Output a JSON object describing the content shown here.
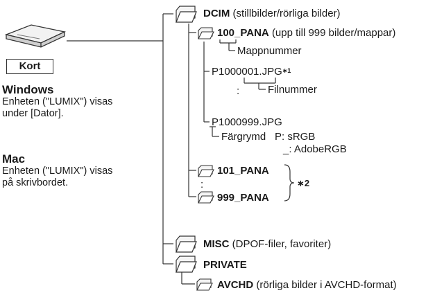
{
  "card": {
    "label": "Kort",
    "icon": "sd-card-reader-icon"
  },
  "windows": {
    "title": "Windows",
    "line1": "Enheten (\"LUMIX\") visas",
    "line2": "under [Dator]."
  },
  "mac": {
    "title": "Mac",
    "line1": "Enheten (\"LUMIX\") visas",
    "line2": "på skrivbordet."
  },
  "tree": {
    "dcim": {
      "name": "DCIM",
      "desc": "(stillbilder/rörliga bilder)"
    },
    "pana100": {
      "name": "100_PANA",
      "desc": "(upp till 999 bilder/mappar)"
    },
    "folder_number_label": "Mappnummer",
    "file_first": "P1000001.JPG",
    "note1_mark": "∗1",
    "ellipsis": ":",
    "file_number_label": "Filnummer",
    "file_last": "P1000999.JPG",
    "color_space": {
      "label": "Färgrymd",
      "srgb": "P: sRGB",
      "adobe": "_: AdobeRGB"
    },
    "pana101": {
      "name": "101_PANA"
    },
    "pana999": {
      "name": "999_PANA"
    },
    "note2_mark": "∗2",
    "misc": {
      "name": "MISC",
      "desc": "(DPOF-filer, favoriter)"
    },
    "private": {
      "name": "PRIVATE"
    },
    "avchd": {
      "name": "AVCHD",
      "desc": "(rörliga bilder i AVCHD-format)"
    }
  },
  "colors": {
    "line": "#333333",
    "folder_fill": "#f4f4f4",
    "folder_stroke": "#333333"
  }
}
